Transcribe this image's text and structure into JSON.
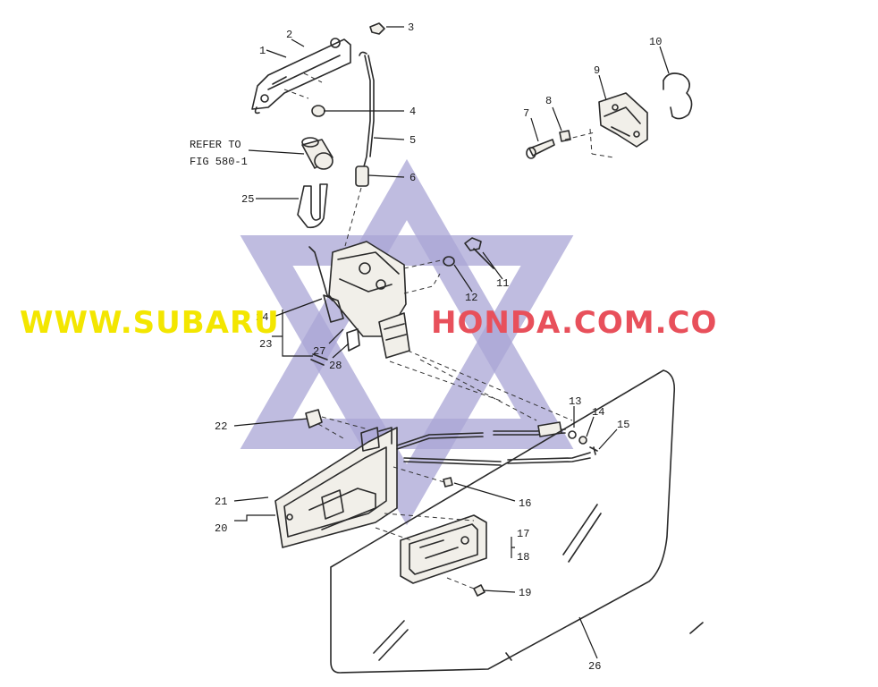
{
  "diagram": {
    "refer_note": [
      "REFER TO",
      "FIG 580-1"
    ],
    "callouts": [
      {
        "id": "c1",
        "text": "1"
      },
      {
        "id": "c2",
        "text": "2"
      },
      {
        "id": "c3",
        "text": "3"
      },
      {
        "id": "c4",
        "text": "4"
      },
      {
        "id": "c5",
        "text": "5"
      },
      {
        "id": "c6",
        "text": "6"
      },
      {
        "id": "c7",
        "text": "7"
      },
      {
        "id": "c8",
        "text": "8"
      },
      {
        "id": "c9",
        "text": "9"
      },
      {
        "id": "c10",
        "text": "10"
      },
      {
        "id": "c11",
        "text": "11"
      },
      {
        "id": "c12",
        "text": "12"
      },
      {
        "id": "c13",
        "text": "13"
      },
      {
        "id": "c14",
        "text": "14"
      },
      {
        "id": "c15",
        "text": "15"
      },
      {
        "id": "c16",
        "text": "16"
      },
      {
        "id": "c17",
        "text": "17"
      },
      {
        "id": "c18",
        "text": "18"
      },
      {
        "id": "c19",
        "text": "19"
      },
      {
        "id": "c20",
        "text": "20"
      },
      {
        "id": "c21",
        "text": "21"
      },
      {
        "id": "c22",
        "text": "22"
      },
      {
        "id": "c23",
        "text": "23"
      },
      {
        "id": "c24",
        "text": "24"
      },
      {
        "id": "c25",
        "text": "25"
      },
      {
        "id": "c26",
        "text": "26"
      },
      {
        "id": "c27",
        "text": "27"
      },
      {
        "id": "c28",
        "text": "28"
      }
    ]
  },
  "watermark": {
    "text_left": "WWW.SUBARU",
    "text_right": "HONDA.COM.CO",
    "color_left": "#f3e600",
    "color_right": "#e8505b",
    "star_color": "#a9a6d6"
  }
}
